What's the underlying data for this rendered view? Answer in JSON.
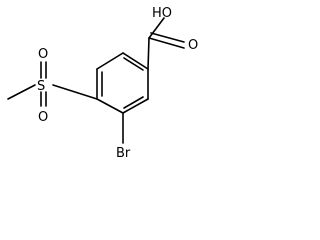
{
  "structure": {
    "atoms": {
      "hydroxyl": "HO",
      "carbonyl_oxygen": "O",
      "sulfur": "S",
      "sulfonyl_oxygen_top": "O",
      "sulfonyl_oxygen_bottom": "O",
      "bromine": "Br"
    }
  }
}
